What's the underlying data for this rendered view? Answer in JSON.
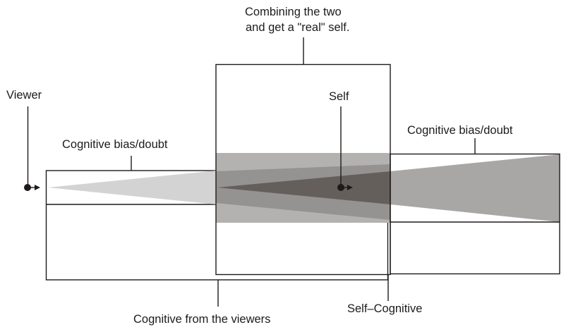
{
  "diagram": {
    "title": "Viewer and self cognition diagram",
    "labels": {
      "combine_line1": "Combining the two",
      "combine_line2": "and get a \"real\" self.",
      "viewer": "Viewer",
      "self": "Self",
      "bias_left": "Cognitive bias/doubt",
      "bias_right": "Cognitive bias/doubt",
      "from_viewers": "Cognitive from the viewers",
      "self_cognitive": "Self–Cognitive"
    },
    "colors": {
      "stroke": "#1e1a1a",
      "light_gray": "#d4d3d3",
      "mid_gray": "#b3b2b1",
      "gray": "#959392",
      "dark_gray": "#655f5c",
      "right_gray": "#a9a7a6"
    }
  }
}
